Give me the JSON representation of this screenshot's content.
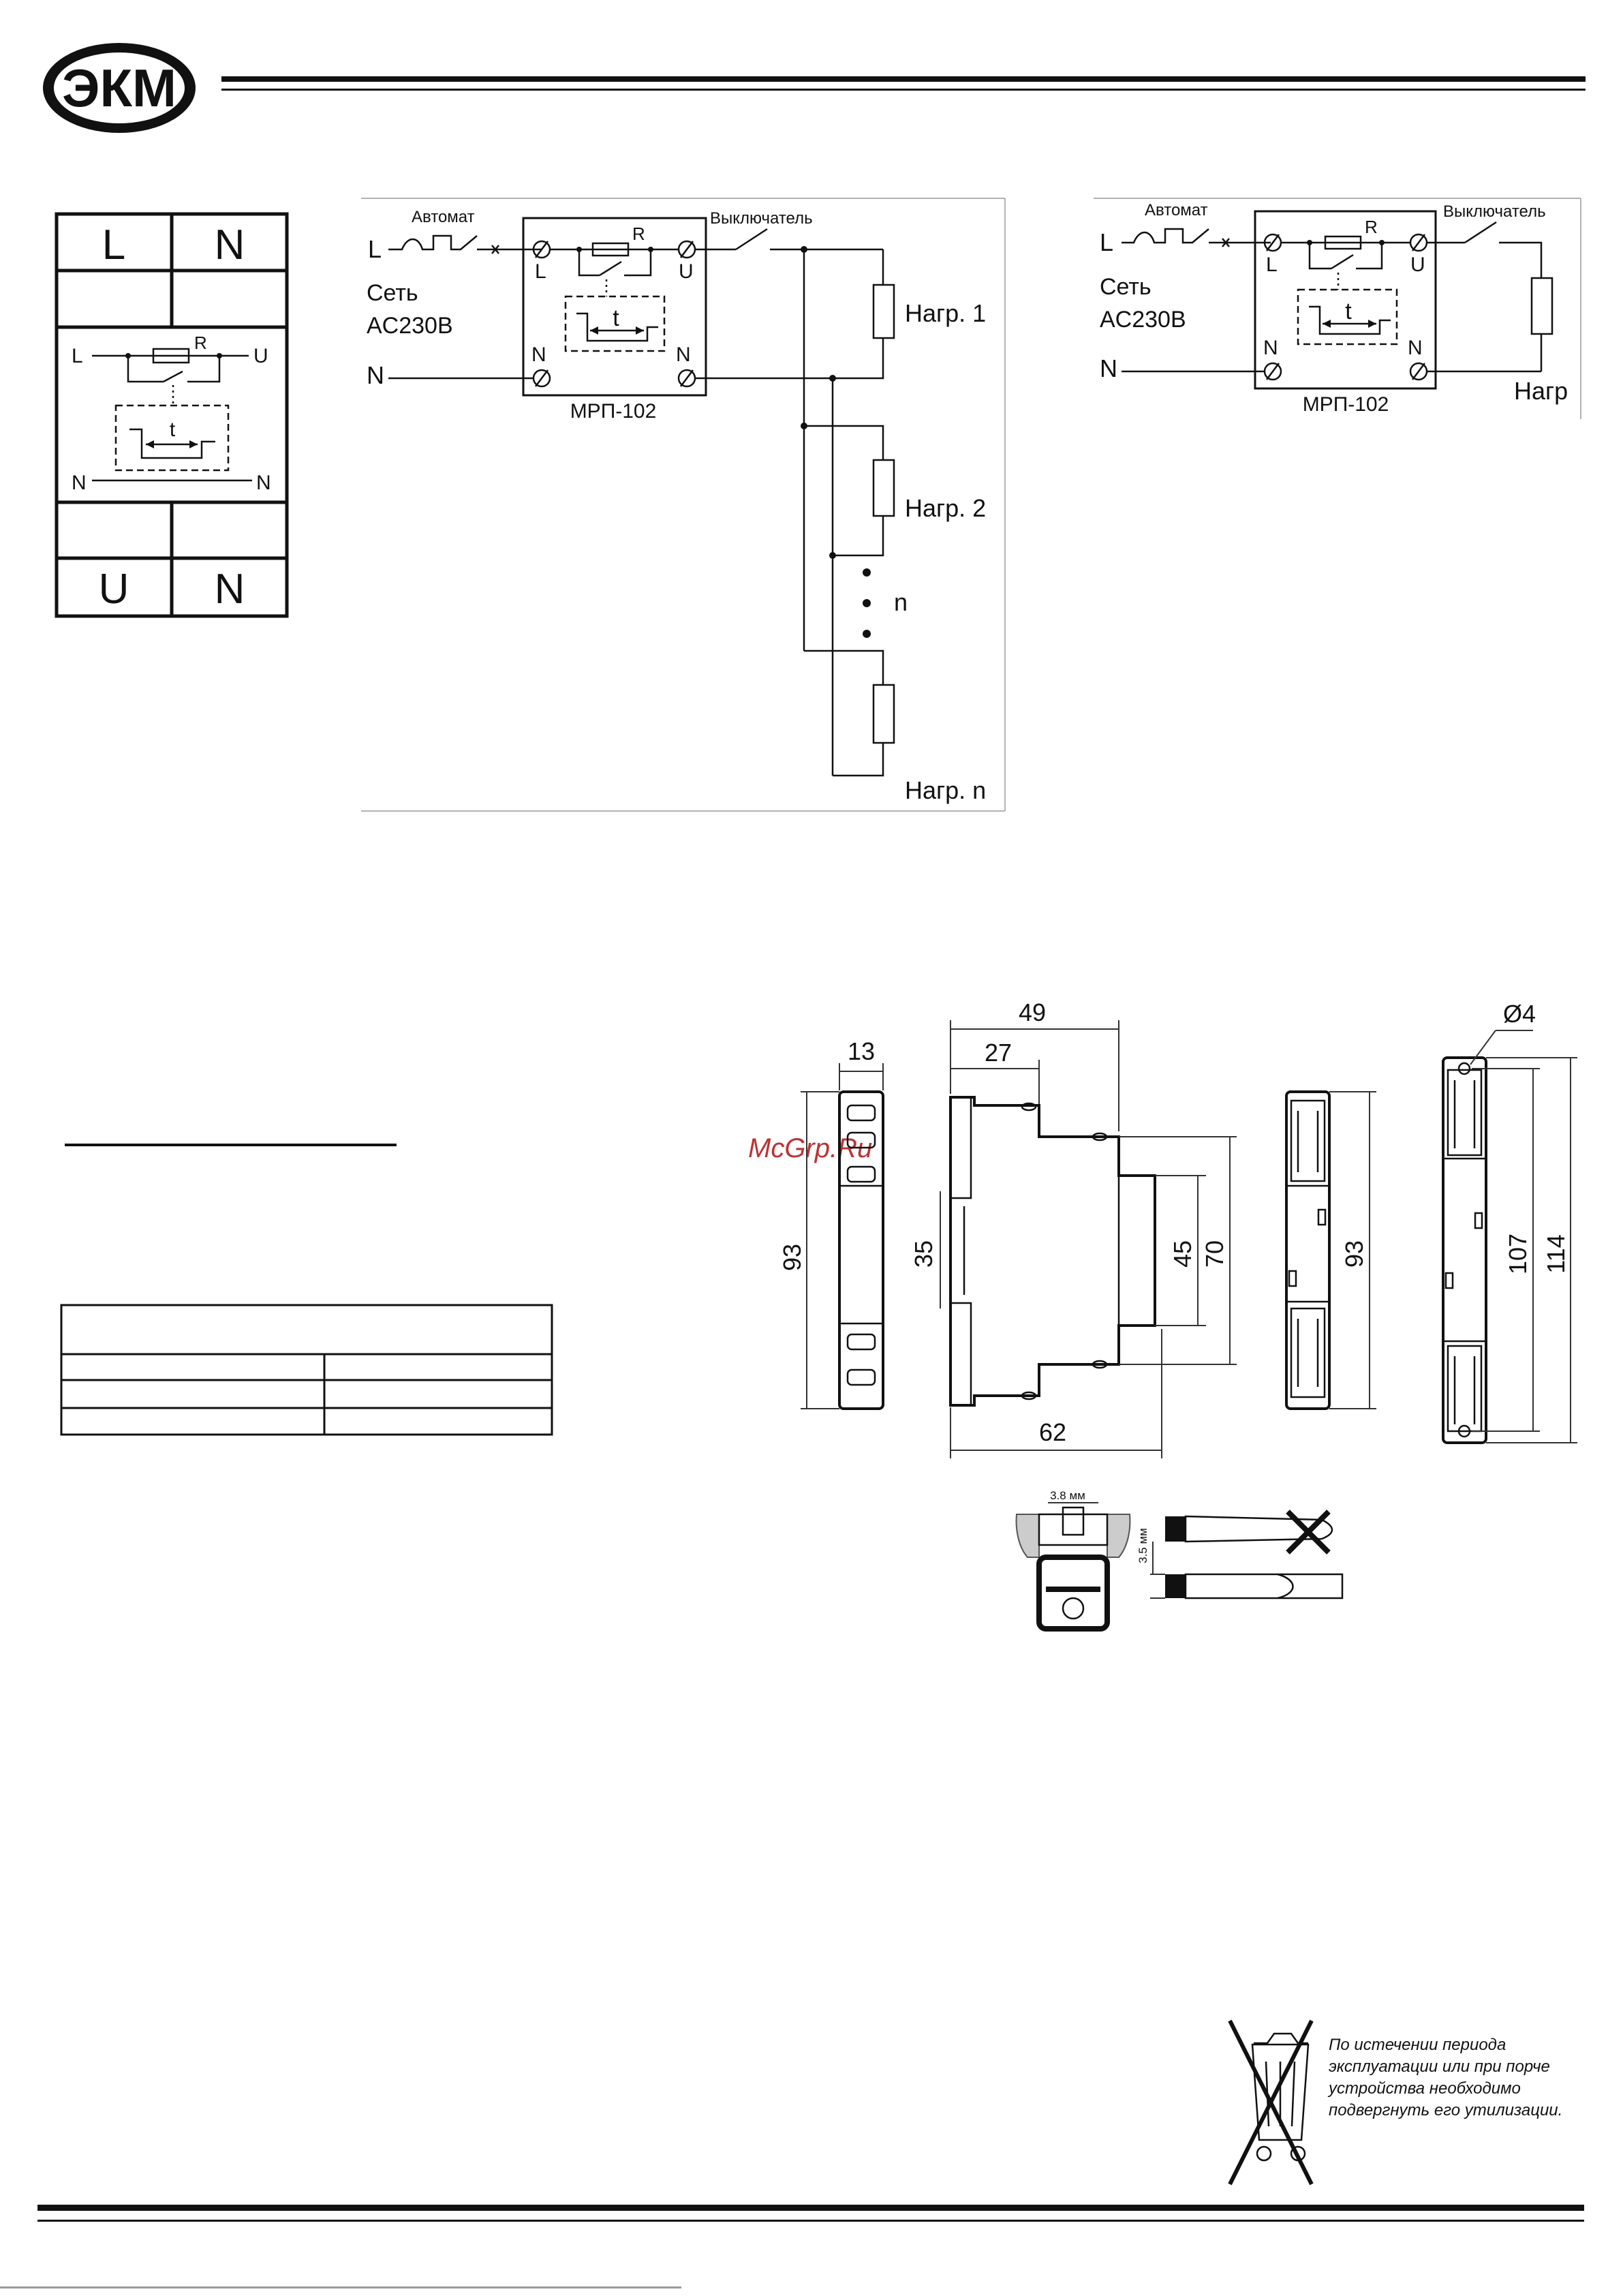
{
  "header": {
    "logo_text": "ЭКМ"
  },
  "terminal_block": {
    "top_left": "L",
    "top_right": "N",
    "bottom_left": "U",
    "bottom_right": "N",
    "inner_L": "L",
    "inner_R": "R",
    "inner_U": "U",
    "inner_t": "t",
    "inner_N_left": "N",
    "inner_N_right": "N"
  },
  "wiring_multi": {
    "label_breaker": "Автомат",
    "label_switch": "Выключатель",
    "label_L": "L",
    "label_N": "N",
    "network_line1": "Сеть",
    "network_line2": "AC230В",
    "relay_name": "МРП-102",
    "term_L": "L",
    "term_U": "U",
    "term_N1": "N",
    "term_N2": "N",
    "label_R": "R",
    "label_t": "t",
    "load1": "Нагр. 1",
    "load2": "Нагр. 2",
    "load_n_dots": "n",
    "loadn": "Нагр. n"
  },
  "wiring_single": {
    "label_breaker": "Автомат",
    "label_switch": "Выключатель",
    "label_L": "L",
    "label_N": "N",
    "network_line1": "Сеть",
    "network_line2": "AC230В",
    "relay_name": "МРП-102",
    "term_L": "L",
    "term_U": "U",
    "term_N1": "N",
    "term_N2": "N",
    "label_R": "R",
    "label_t": "t",
    "load": "Нагр"
  },
  "watermark": "McGrp.Ru",
  "dimensions": {
    "front_width": "13",
    "front_height": "93",
    "side_total_width": "49",
    "side_half_width": "27",
    "side_rail": "35",
    "side_inner": "45",
    "side_height": "70",
    "side_depth": "62",
    "back_height": "93",
    "far_hole": "Ø4",
    "far_height_inner": "107",
    "far_height_outer": "114"
  },
  "screwdriver": {
    "slot_width": "3.8 мм",
    "blade_thickness": "3.5 мм"
  },
  "disposal_notice": {
    "line1": "По истечении периода",
    "line2": "эксплуатации или при порче",
    "line3": "устройства необходимо",
    "line4": "подвергнуть его утилизации."
  }
}
